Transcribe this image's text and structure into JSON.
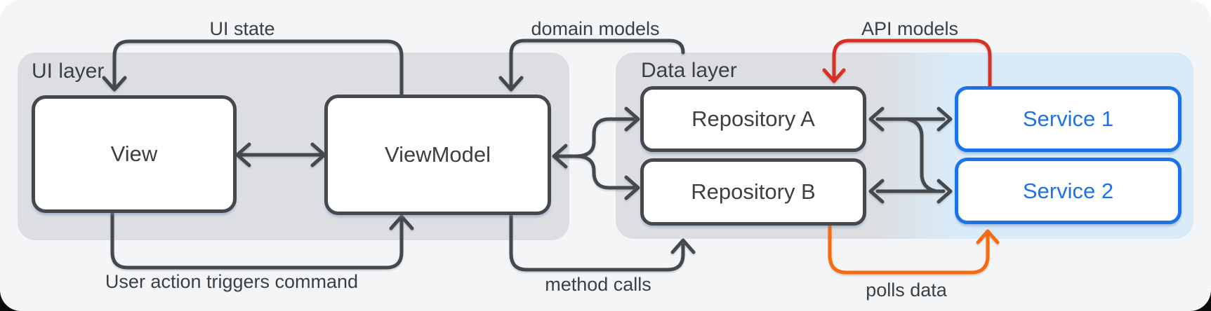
{
  "layers": [
    {
      "label": "UI layer"
    },
    {
      "label": "Data layer"
    }
  ],
  "boxes": [
    {
      "label": "View"
    },
    {
      "label": "ViewModel"
    },
    {
      "label": "Repository A"
    },
    {
      "label": "Repository B"
    },
    {
      "label": "Service 1"
    },
    {
      "label": "Service 2"
    }
  ],
  "arrows": [
    {
      "label": "UI state",
      "from": "ViewModel",
      "to": "View",
      "color": "dark"
    },
    {
      "label": "domain models",
      "from": "Data layer",
      "to": "ViewModel",
      "color": "dark"
    },
    {
      "label": "API models",
      "from": "Service 1",
      "to": "Repository A",
      "color": "red"
    },
    {
      "label": "User action triggers command",
      "from": "View",
      "to": "ViewModel",
      "color": "dark"
    },
    {
      "label": "method calls",
      "from": "ViewModel",
      "to": "Data layer",
      "color": "dark"
    },
    {
      "label": "polls data",
      "from": "Repository B",
      "to": "Service 2",
      "color": "orange"
    },
    {
      "label": "",
      "from": "View",
      "to": "ViewModel",
      "bidirectional": true,
      "color": "dark"
    },
    {
      "label": "",
      "from": "ViewModel",
      "to": "Repository A and Repository B",
      "bidirectional": true,
      "color": "dark"
    },
    {
      "label": "",
      "from": "Repository A",
      "to": "Service 1",
      "bidirectional": true,
      "color": "dark"
    },
    {
      "label": "",
      "from": "Repository B",
      "to": "Service 2",
      "bidirectional": true,
      "color": "dark"
    }
  ],
  "colors": {
    "canvas_bg": "#F3F5F7",
    "layer_gray": "#DCDEE1",
    "service_area_blue": "#D9EBF8",
    "box_fill": "#FFFFFF",
    "box_border": "#45494D",
    "text": "#3C4043",
    "accent_blue": "#1A73E8",
    "accent_red": "#D93025",
    "accent_orange": "#F9690E"
  }
}
